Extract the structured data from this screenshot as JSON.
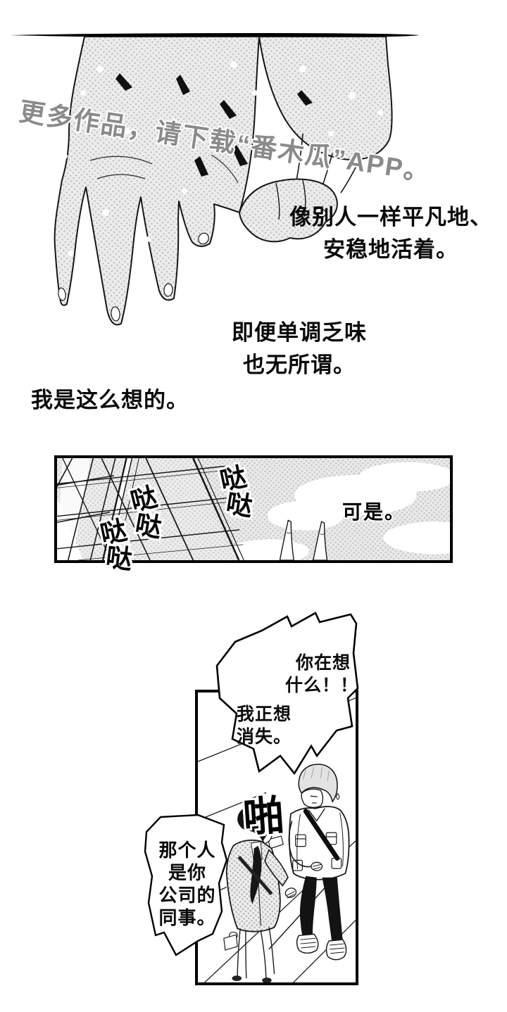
{
  "watermark": {
    "text": "更多作品，请下载“番木瓜”APP。"
  },
  "narration": {
    "live": {
      "line1": "像别人一样平凡地、",
      "line2": "安稳地活着。"
    },
    "dull": {
      "line1": "即便单调乏味",
      "line2": "也无所谓。"
    },
    "thought": "我是这么想的。"
  },
  "ceiling_panel": {
    "caption": "可是。",
    "sfx_da": [
      "哒",
      "哒",
      "哒",
      "哒",
      "哒",
      "哒"
    ]
  },
  "street_panel": {
    "sfx_slap": "啪",
    "shout_bubble": {
      "line1": "你在想",
      "line2": "什么！！"
    },
    "reply_bubble": {
      "line1": "我正想",
      "line2": "消失。"
    },
    "colleague_bubble": {
      "line1": "那个人",
      "line2": "是你",
      "line3": "公司的",
      "line4": "同事。"
    }
  },
  "colors": {
    "ink": "#000000",
    "paper": "#ffffff",
    "halftone_dot": "#bcbcbc",
    "watermark_gray": "#8a8a8a"
  }
}
